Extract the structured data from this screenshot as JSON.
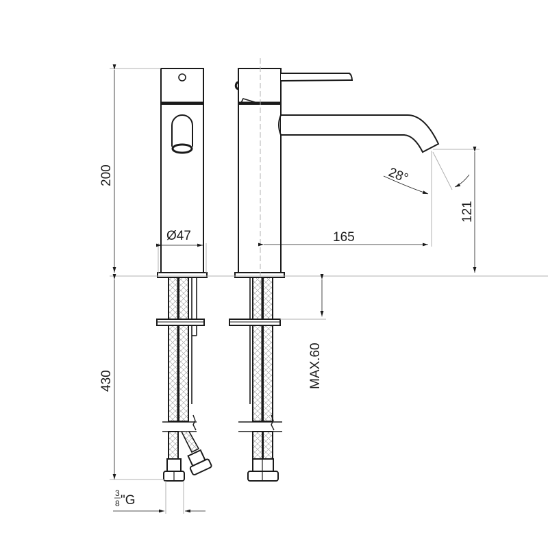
{
  "drawing": {
    "title": "Basin mixer technical drawing",
    "views": [
      "front-view",
      "side-view"
    ],
    "colors": {
      "line": "#1a1a1a",
      "dimension": "#b0b0b0",
      "background": "#ffffff"
    }
  },
  "dimensions": {
    "body_height": "200",
    "diameter": "Ø47",
    "spout_reach": "165",
    "spout_height": "121",
    "spout_angle": "28°",
    "hose_length": "430",
    "max_deck_thickness": "MAX.60",
    "connection_thread_fraction_num": "3",
    "connection_thread_fraction_den": "8",
    "connection_thread_suffix": "\"G"
  }
}
